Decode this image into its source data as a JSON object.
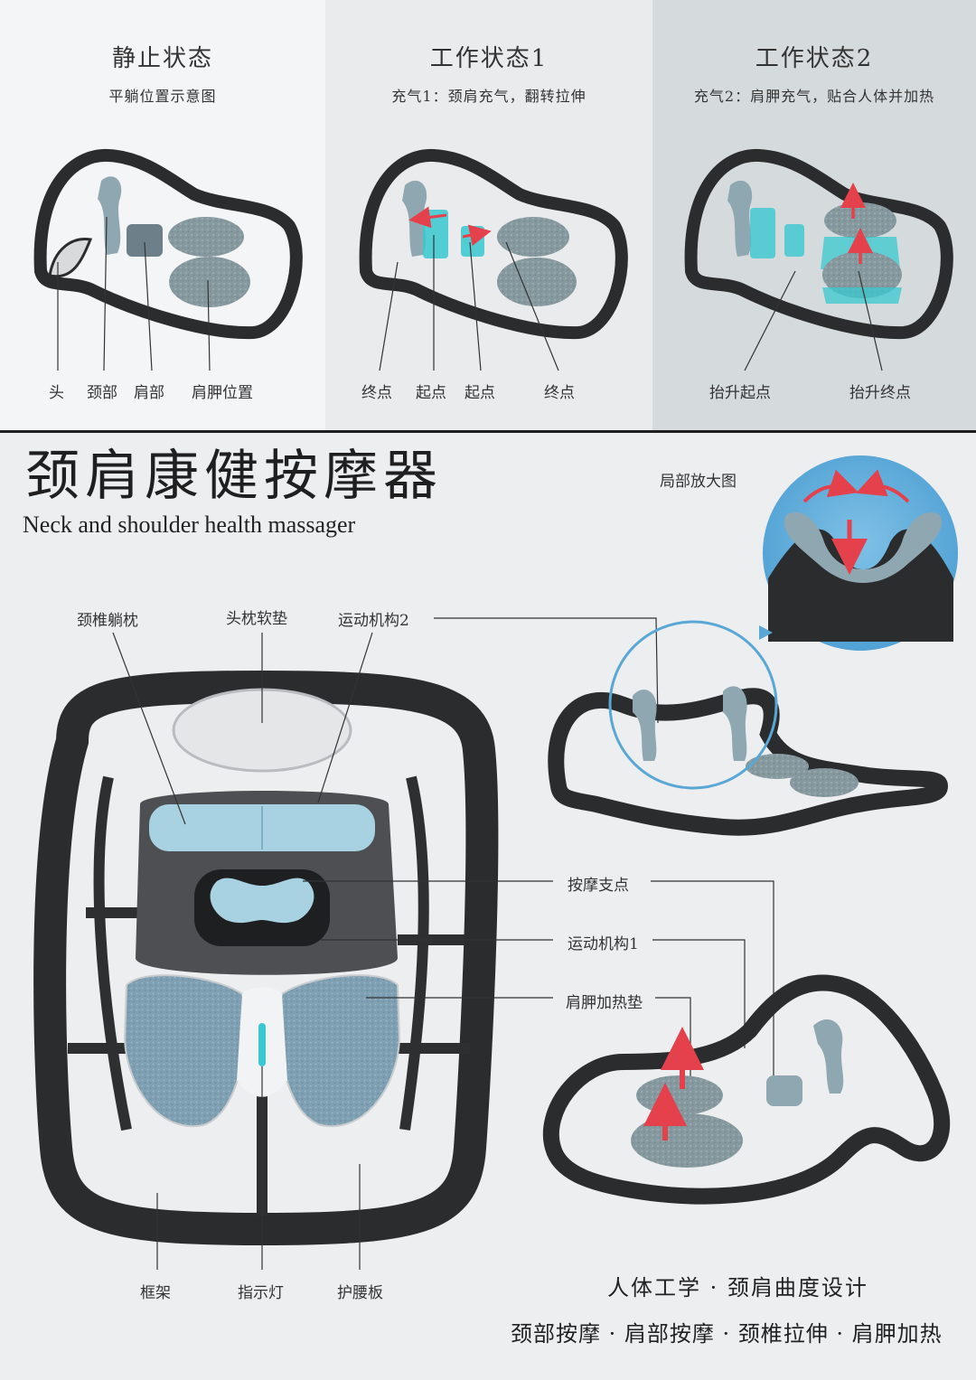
{
  "states": [
    {
      "title": "静止状态",
      "subtitle": "平躺位置示意图",
      "labels": [
        "头",
        "颈部",
        "肩部",
        "肩胛位置"
      ]
    },
    {
      "title": "工作状态1",
      "subtitle": "充气1：颈肩充气，翻转拉伸",
      "labels": [
        "终点",
        "起点",
        "起点",
        "终点"
      ]
    },
    {
      "title": "工作状态2",
      "subtitle": "充气2：肩胛充气，贴合人体并加热",
      "labels": [
        "抬升起点",
        "抬升终点"
      ]
    }
  ],
  "product": {
    "title_cn": "颈肩康健按摩器",
    "title_en": "Neck and shoulder health massager",
    "zoom_label": "局部放大图"
  },
  "callouts": {
    "top": [
      "颈椎躺枕",
      "头枕软垫",
      "运动机构2"
    ],
    "right": [
      "按摩支点",
      "运动机构1",
      "肩胛加热垫"
    ],
    "bottom": [
      "框架",
      "指示灯",
      "护腰板"
    ]
  },
  "slogans": {
    "line1": "人体工学 · 颈肩曲度设计",
    "line2": "颈部按摩 · 肩部按摩 · 颈椎拉伸 · 肩胛加热"
  },
  "colors": {
    "frame": "#2b2c2e",
    "cushion_blue": "#a8d2e2",
    "fabric_blue": "#7f9fb3",
    "accent_cyan": "#38c8cf",
    "arrow_red": "#e4414c",
    "zoom_circle": "#5aa7d6"
  }
}
